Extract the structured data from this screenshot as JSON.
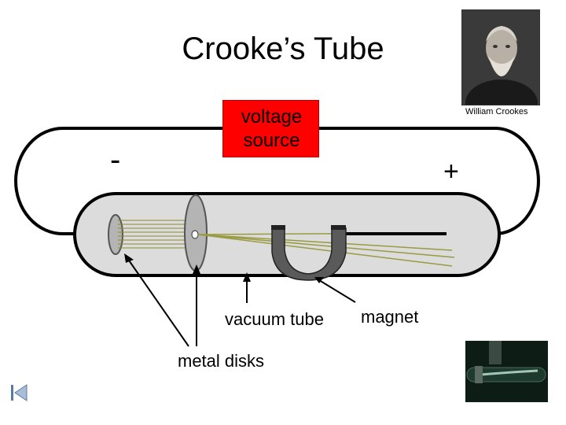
{
  "title": "Crooke’s Tube",
  "voltage_source": {
    "label": "voltage\nsource",
    "fill_color": "#ff0000"
  },
  "portrait": {
    "caption": "William Crookes"
  },
  "terminals": {
    "negative": "-",
    "positive": "+"
  },
  "labels": {
    "vacuum_tube": "vacuum tube",
    "magnet": "magnet",
    "metal_disks": "metal disks"
  },
  "colors": {
    "tube_fill": "#dcdcdc",
    "disk_fill": "#b4b4b4",
    "magnet": "#555555",
    "beam": "#9a9a40",
    "wire": "#000000"
  },
  "navigation": {
    "first_slide_icon": "first-slide-icon"
  }
}
